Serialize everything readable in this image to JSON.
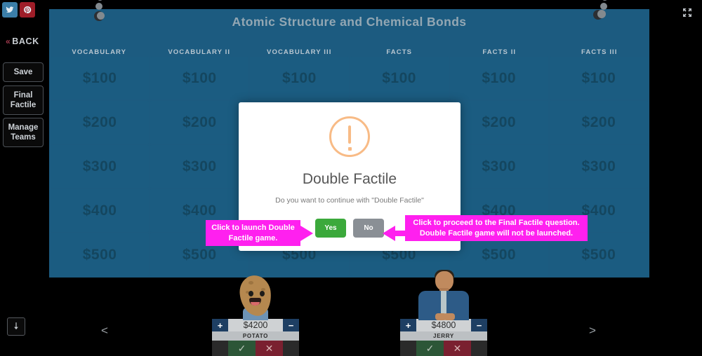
{
  "sidebar": {
    "social": [
      {
        "name": "twitter",
        "icon": "twitter-icon"
      },
      {
        "name": "pinterest",
        "icon": "pinterest-icon"
      }
    ],
    "back_label": "BACK",
    "back_chevron": "«",
    "buttons": [
      {
        "id": "save",
        "label": "Save"
      },
      {
        "id": "final-factile",
        "label": "Final\nFactile"
      },
      {
        "id": "manage-teams",
        "label": "Manage\nTeams"
      }
    ],
    "download_icon": "download-arrow-icon"
  },
  "header": {
    "fullscreen_icon": "fullscreen-expand-icon"
  },
  "board": {
    "title": "Atomic Structure and Chemical Bonds",
    "background_color": "#1c5b80",
    "tile_color": "#1b5c81",
    "categories": [
      "VOCABULARY",
      "VOCABULARY II",
      "VOCABULARY III",
      "FACTS",
      "FACTS II",
      "FACTS III"
    ],
    "values": [
      "$100",
      "$200",
      "$300",
      "$400",
      "$500"
    ]
  },
  "modal": {
    "icon": "warning-exclamation-icon",
    "icon_color": "#f8bb86",
    "title": "Double Factile",
    "message": "Do you want to continue with \"Double Factile\"",
    "yes_label": "Yes",
    "no_label": "No",
    "yes_color": "#3ba93b",
    "no_color": "#8a8f95"
  },
  "annotations": {
    "color": "#ff20ef",
    "left": "Click to launch Double Factile game.",
    "right": "Click to proceed to the Final Factile question. Double Factile game will not be launched."
  },
  "teams": [
    {
      "name": "POTATO",
      "score": "$4200",
      "plus": "+",
      "minus": "−",
      "correct_icon": "check-icon",
      "wrong_icon": "cross-icon",
      "avatar": "potato-avatar"
    },
    {
      "name": "JERRY",
      "score": "$4800",
      "plus": "+",
      "minus": "−",
      "correct_icon": "check-icon",
      "wrong_icon": "cross-icon",
      "avatar": "man-in-suit-avatar"
    }
  ],
  "navigation": {
    "prev": "<",
    "next": ">"
  }
}
